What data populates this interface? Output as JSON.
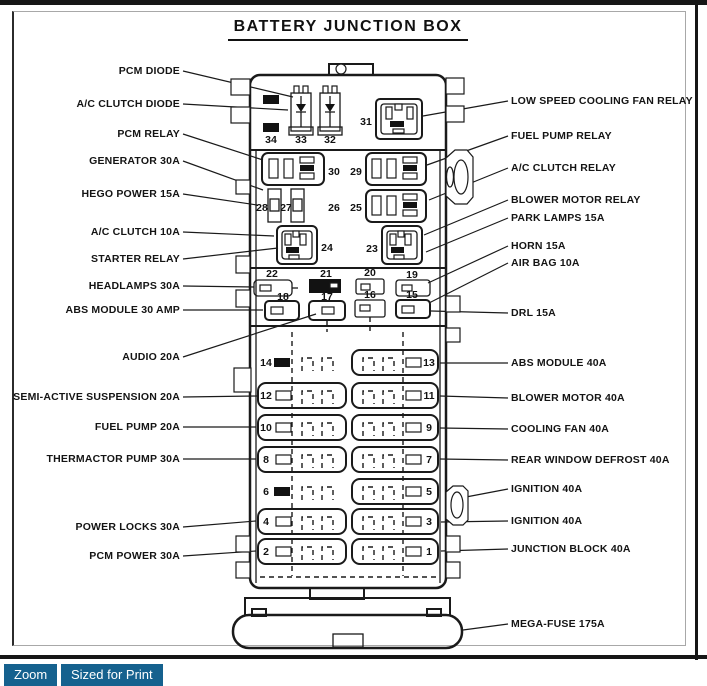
{
  "title": "BATTERY JUNCTION BOX",
  "labels": {
    "left": [
      {
        "text": "PCM DIODE"
      },
      {
        "text": "A/C CLUTCH DIODE"
      },
      {
        "text": "PCM RELAY"
      },
      {
        "text": "GENERATOR 30A"
      },
      {
        "text": "HEGO POWER 15A"
      },
      {
        "text": "A/C CLUTCH 10A"
      },
      {
        "text": "STARTER RELAY"
      },
      {
        "text": "HEADLAMPS 30A"
      },
      {
        "text": "ABS MODULE 30 AMP"
      },
      {
        "text": "AUDIO 20A"
      },
      {
        "text": "SEMI-ACTIVE SUSPENSION 20A"
      },
      {
        "text": "FUEL PUMP 20A"
      },
      {
        "text": "THERMACTOR PUMP 30A"
      },
      {
        "text": "POWER LOCKS 30A"
      },
      {
        "text": "PCM POWER 30A"
      }
    ],
    "right": [
      {
        "text": "LOW SPEED COOLING FAN RELAY"
      },
      {
        "text": "FUEL PUMP RELAY"
      },
      {
        "text": "A/C CLUTCH RELAY"
      },
      {
        "text": "BLOWER MOTOR RELAY"
      },
      {
        "text": "PARK LAMPS 15A"
      },
      {
        "text": "HORN 15A"
      },
      {
        "text": "AIR BAG 10A"
      },
      {
        "text": "DRL 15A"
      },
      {
        "text": "ABS MODULE 40A"
      },
      {
        "text": "BLOWER MOTOR 40A"
      },
      {
        "text": "COOLING FAN 40A"
      },
      {
        "text": "REAR WINDOW DEFROST 40A"
      },
      {
        "text": "IGNITION 40A"
      },
      {
        "text": "IGNITION 40A"
      },
      {
        "text": "JUNCTION BLOCK 40A"
      },
      {
        "text": "MEGA-FUSE 175A"
      }
    ]
  },
  "num": {
    "1": "1",
    "2": "2",
    "3": "3",
    "4": "4",
    "5": "5",
    "6": "6",
    "7": "7",
    "8": "8",
    "9": "9",
    "10": "10",
    "11": "11",
    "12": "12",
    "13": "13",
    "14": "14",
    "15": "15",
    "16": "16",
    "17": "17",
    "18": "18",
    "19": "19",
    "20": "20",
    "21": "21",
    "22": "22",
    "23": "23",
    "24": "24",
    "25": "25",
    "26": "26",
    "27": "27",
    "28": "28",
    "29": "29",
    "30": "30",
    "31": "31",
    "32": "32",
    "33": "33",
    "34": "34"
  },
  "footer": {
    "zoom": "Zoom",
    "sized_for_print": "Sized for Print",
    "button_color": "#15618e"
  },
  "colors": {
    "chrome": "#161616",
    "diagram_line": "#1a1a1a"
  }
}
